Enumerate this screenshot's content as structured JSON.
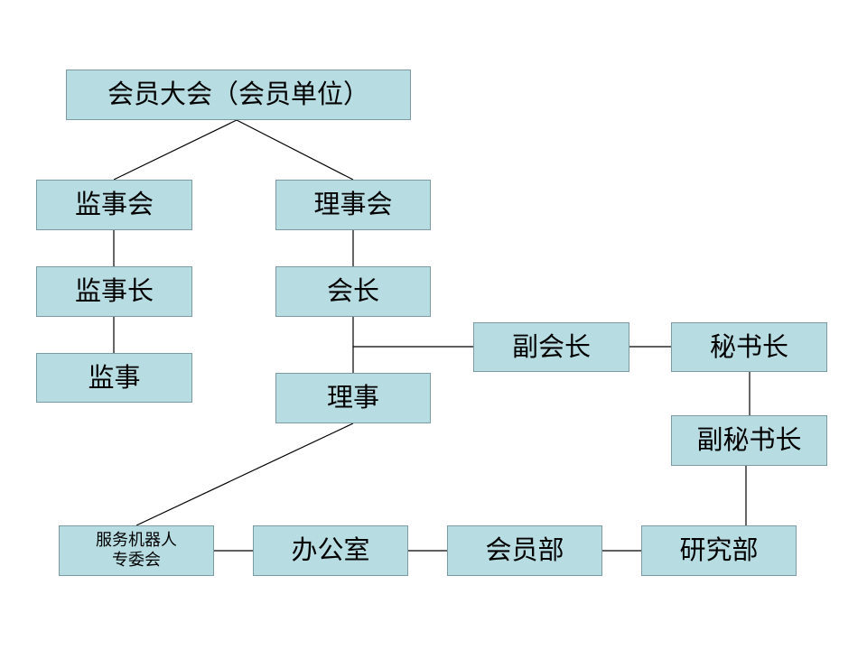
{
  "nodes": {
    "assembly": "会员大会（会员单位）",
    "supervisory_board": "监事会",
    "council": "理事会",
    "chief_supervisor": "监事长",
    "president": "会长",
    "supervisor": "监事",
    "vice_president": "副会长",
    "secretary_general": "秘书长",
    "director": "理事",
    "deputy_secretary_general": "副秘书长",
    "robot_committee_line1": "服务机器人",
    "robot_committee_line2": "专委会",
    "office": "办公室",
    "membership_dept": "会员部",
    "research_dept": "研究部"
  },
  "colors": {
    "box_fill": "#b7dde3",
    "box_border": "#7a9ca2",
    "connector": "#000000"
  }
}
